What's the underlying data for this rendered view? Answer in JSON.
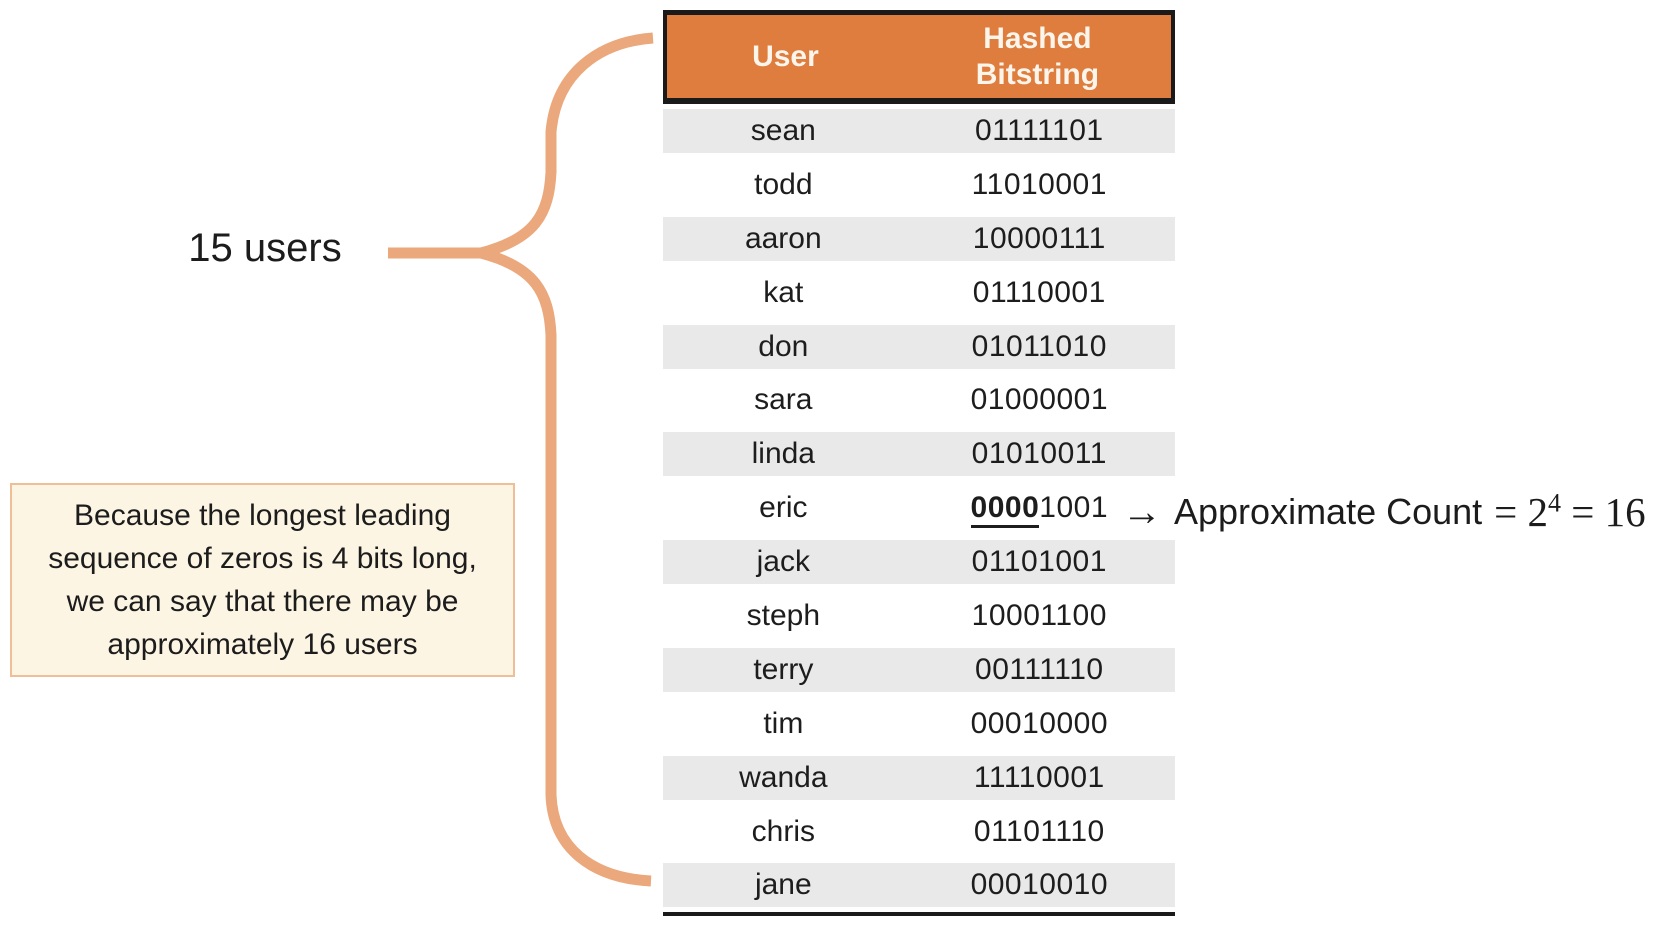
{
  "colors": {
    "header_orange": "#DE7D3E",
    "header_text": "#FCF5EB",
    "row_stripe_gray": "#E9E9E9",
    "table_border_black": "#1A1A1A",
    "brace_tan": "#EBA87C",
    "note_background": "#FCF5E3",
    "note_border": "#EDBE97",
    "body_text": "#1D1D1D"
  },
  "brace": {
    "label": "15 users"
  },
  "note": {
    "text": "Because the longest leading\nsequence of zeros is 4 bits long,\nwe can say that there may be\napproximately 16 users"
  },
  "table": {
    "headers": {
      "user": "User",
      "bits": "Hashed Bitstring"
    },
    "rows": [
      {
        "user": "sean",
        "bits": "01111101"
      },
      {
        "user": "todd",
        "bits": "11010001"
      },
      {
        "user": "aaron",
        "bits": "10000111"
      },
      {
        "user": "kat",
        "bits": "01110001"
      },
      {
        "user": "don",
        "bits": "01011010"
      },
      {
        "user": "sara",
        "bits": "01000001"
      },
      {
        "user": "linda",
        "bits": "01010011"
      },
      {
        "user": "eric",
        "bits_bold": "0000",
        "bits_rest": "1001"
      },
      {
        "user": "jack",
        "bits": "01101001"
      },
      {
        "user": "steph",
        "bits": "10001100"
      },
      {
        "user": "terry",
        "bits": "00111110"
      },
      {
        "user": "tim",
        "bits": "00010000"
      },
      {
        "user": "wanda",
        "bits": "11110001"
      },
      {
        "user": "chris",
        "bits": "01101110"
      },
      {
        "user": "jane",
        "bits": "00010010"
      }
    ]
  },
  "annotation": {
    "arrow": "→",
    "label": "Approximate Count",
    "math_lhs": "= 2",
    "exponent": "4",
    "math_rhs": " = 16"
  }
}
